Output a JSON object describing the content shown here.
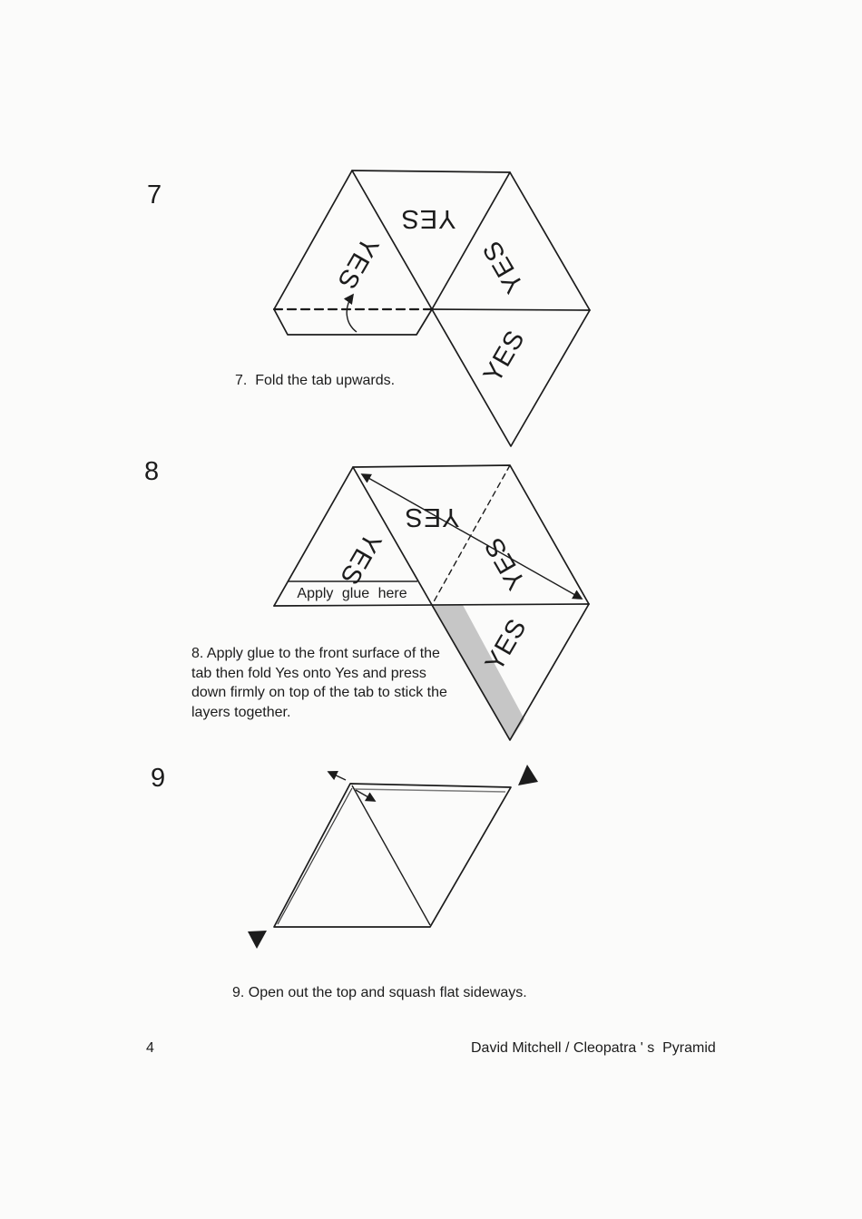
{
  "colors": {
    "ink": "#1c1c1c",
    "glue_stripe": "#c6c6c6",
    "paper": "#fbfbfa"
  },
  "steps": [
    {
      "number": "7",
      "caption": "7.  Fold the tab upwards.",
      "labels": {
        "top": "YES",
        "left": "YES",
        "right": "YES",
        "bottom": "YES"
      }
    },
    {
      "number": "8",
      "caption": "8. Apply glue to the front surface of the\ntab then fold Yes onto Yes and press\ndown firmly on top of the tab to stick the\nlayers together.",
      "glue_label": "Apply glue here",
      "labels": {
        "top": "YES",
        "left": "YES",
        "right": "YES",
        "bottom": "YES"
      }
    },
    {
      "number": "9",
      "caption": "9. Open out the top and squash flat sideways."
    }
  ],
  "footer": {
    "page_number": "4",
    "credit": "David Mitchell / Cleopatra ' s  Pyramid"
  }
}
